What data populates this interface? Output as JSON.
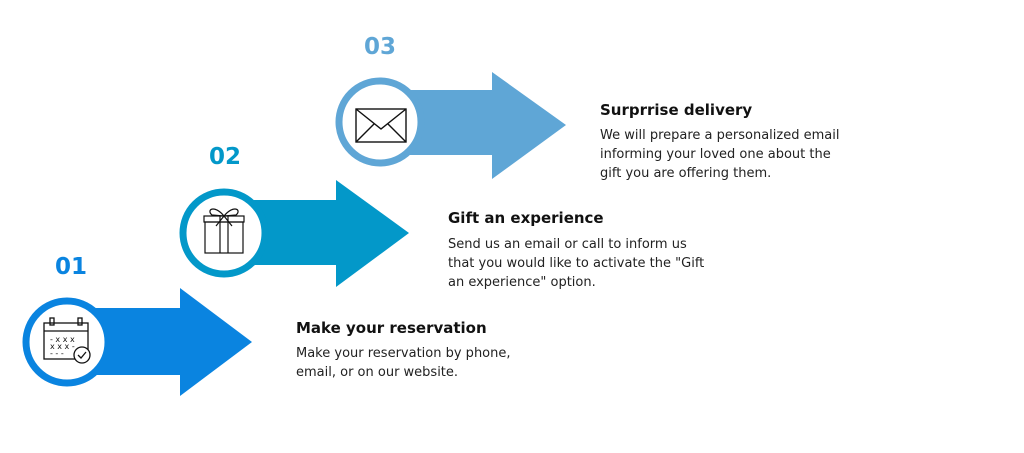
{
  "colors": {
    "step1": "#0a84e0",
    "step2": "#0398c9",
    "step3": "#5fa6d6"
  },
  "steps": [
    {
      "number": "01",
      "icon": "calendar-check-icon",
      "title": "Make your reservation",
      "description": "Make your reservation by phone, email, or on our website."
    },
    {
      "number": "02",
      "icon": "gift-icon",
      "title": "Gift an experience",
      "description": "Send us an email or call to inform us that you would like to activate the \"Gift an experience\" option."
    },
    {
      "number": "03",
      "icon": "envelope-icon",
      "title": "Surprrise delivery",
      "description": "We will prepare a personalized email informing your loved one about the gift you are offering them."
    }
  ]
}
